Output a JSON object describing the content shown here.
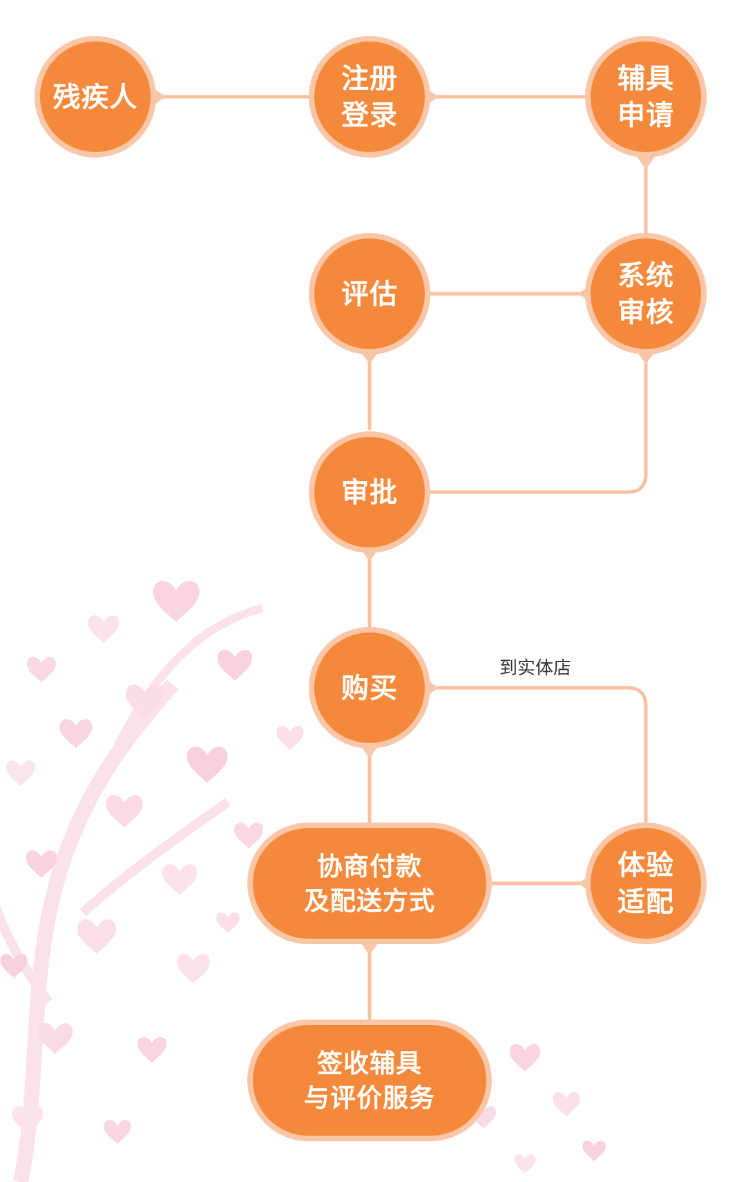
{
  "colors": {
    "node_fill": "#F4893C",
    "node_ring": "#F9C6A7",
    "connector": "#F7C0A0",
    "background": "#FFFFFF",
    "decoration_hearts": "#F6B5C9"
  },
  "nodes": {
    "disabled_person": {
      "line1": "残疾人"
    },
    "register_login": {
      "line1": "注册",
      "line2": "登录"
    },
    "device_apply": {
      "line1": "辅具",
      "line2": "申请"
    },
    "assessment": {
      "line1": "评估"
    },
    "system_review": {
      "line1": "系统",
      "line2": "审核"
    },
    "approval": {
      "line1": "审批"
    },
    "purchase": {
      "line1": "购买"
    },
    "negotiate_payment": {
      "line1": "协商付款",
      "line2": "及配送方式"
    },
    "trial_fitting": {
      "line1": "体验",
      "line2": "适配"
    },
    "receive_evaluate": {
      "line1": "签收辅具",
      "line2": "与评价服务"
    }
  },
  "edge_labels": {
    "to_store": "到实体店"
  },
  "decoration": {
    "icon": "heart-tree-illustration"
  }
}
